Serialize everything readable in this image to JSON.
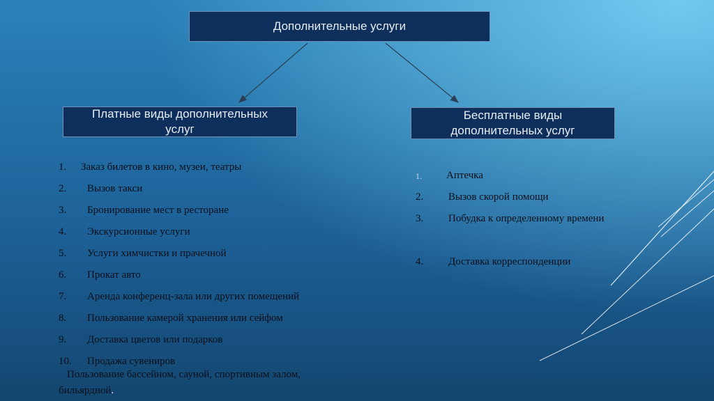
{
  "title": "Дополнительные услуги",
  "paid": {
    "heading": "Платные виды дополнительных услуг",
    "items": [
      {
        "num": "1.",
        "text": "Заказ билетов в кино, музеи, театры"
      },
      {
        "num": "2.",
        "text": "Вызов такси"
      },
      {
        "num": "3.",
        "text": "Бронирование мест в ресторане"
      },
      {
        "num": "4.",
        "text": "Экскурсионные услуги"
      },
      {
        "num": "5.",
        "text": "Услуги химчистки и прачечной"
      },
      {
        "num": "6.",
        "text": "Прокат авто"
      },
      {
        "num": "7.",
        "text": "Аренда конференц-зала или других помещений"
      },
      {
        "num": "8.",
        "text": "Пользование камерой хранения или сейфом"
      },
      {
        "num": "9.",
        "text": "Доставка цветов или подарков"
      },
      {
        "num": "10.",
        "text": "Продажа сувениров"
      }
    ],
    "extra_line1": "Пользование бассейном, сауной, спортивным залом,",
    "extra_line2": "бильярдной",
    "extra_dot": "."
  },
  "free": {
    "heading": "Бесплатные виды дополнительных услуг",
    "items": [
      {
        "num": "1.",
        "text": "Аптечка"
      },
      {
        "num": "2.",
        "text": "Вызов скорой помощи"
      },
      {
        "num": "3.",
        "text": "Побудка к определенному времени"
      },
      {
        "num": "4.",
        "text": "Доставка корреспонденции"
      }
    ]
  },
  "colors": {
    "box_fill": "#0e2f5c",
    "box_text": "#e6edf6",
    "arrow": "#2c3e55",
    "list_text": "#0a0f1a",
    "accent_first_num": "#c9d9ea"
  }
}
